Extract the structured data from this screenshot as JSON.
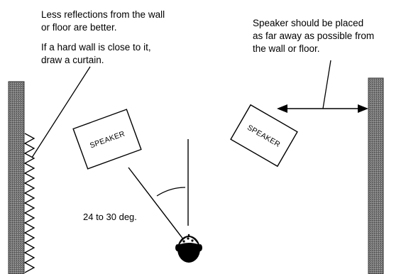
{
  "notes": {
    "reflections": {
      "line1": "Less reflections from the wall",
      "line2": "or floor are better."
    },
    "curtain": {
      "line1": "If a hard wall is close to it,",
      "line2": "draw a curtain."
    },
    "placement": {
      "line1": "Speaker should be placed",
      "line2": "as far away as possible from",
      "line3": "the wall or floor."
    }
  },
  "speakers": {
    "left_label": "SPEAKER",
    "right_label": "SPEAKER"
  },
  "angle_label": "24 to 30 deg.",
  "colors": {
    "ink": "#000000",
    "wall": "#8a8a8a",
    "background": "#ffffff"
  }
}
